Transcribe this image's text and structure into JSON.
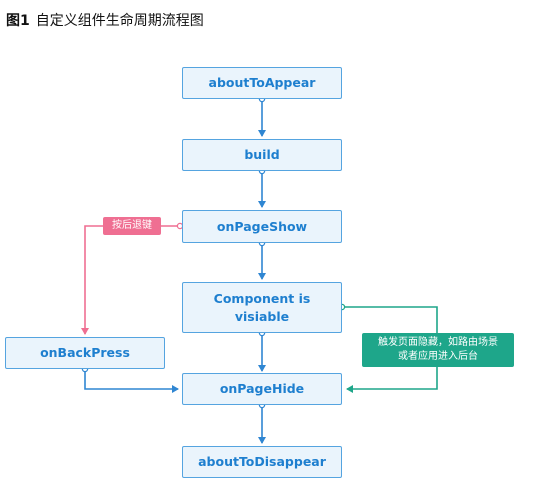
{
  "figure": {
    "number": "图1",
    "caption": "自定义组件生命周期流程图"
  },
  "nodes": {
    "about_to_appear": "aboutToAppear",
    "build": "build",
    "on_page_show": "onPageShow",
    "component_visible_line1": "Component is",
    "component_visible_line2": "visiable",
    "on_back_press": "onBackPress",
    "on_page_hide": "onPageHide",
    "about_to_disappear": "aboutToDisappear"
  },
  "tags": {
    "back_key": "按后退键",
    "hide_trigger_line1": "触发页面隐藏，如路由场景",
    "hide_trigger_line2": "或者应用进入后台"
  },
  "colors": {
    "main_flow": "#2f86d2",
    "back_flow": "#ef6f92",
    "hide_flow": "#1ea68a",
    "node_fill": "#eaf4fc",
    "node_border": "#55a4e0",
    "node_text": "#1e7fcf"
  }
}
